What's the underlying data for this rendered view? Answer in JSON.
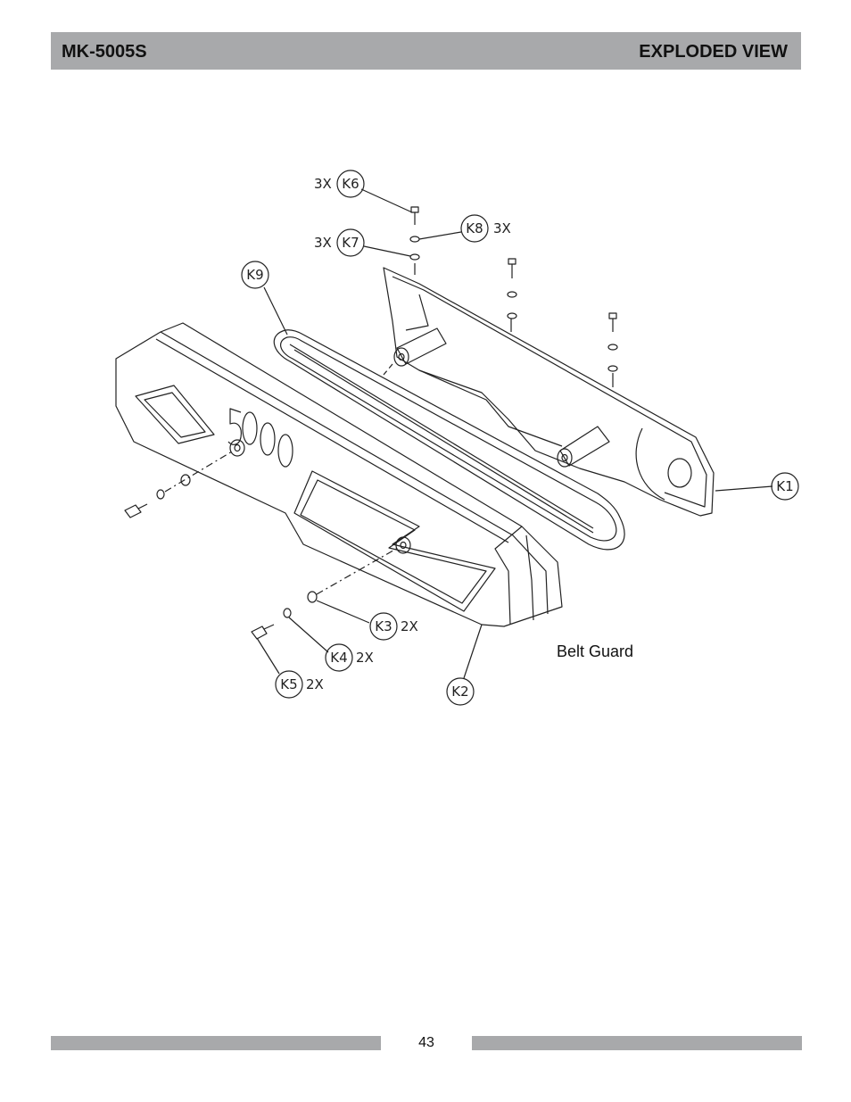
{
  "header": {
    "model": "MK-5005S",
    "section": "EXPLODED VIEW"
  },
  "diagram": {
    "caption": "Belt Guard",
    "embossed_number": "5000",
    "callouts": [
      {
        "id": "K6",
        "qty": "3X"
      },
      {
        "id": "K8",
        "qty": "3X"
      },
      {
        "id": "K7",
        "qty": "3X"
      },
      {
        "id": "K9",
        "qty": ""
      },
      {
        "id": "K1",
        "qty": ""
      },
      {
        "id": "K3",
        "qty": "2X"
      },
      {
        "id": "K4",
        "qty": "2X"
      },
      {
        "id": "K5",
        "qty": "2X"
      },
      {
        "id": "K2",
        "qty": ""
      }
    ]
  },
  "footer": {
    "page_number": "43"
  }
}
